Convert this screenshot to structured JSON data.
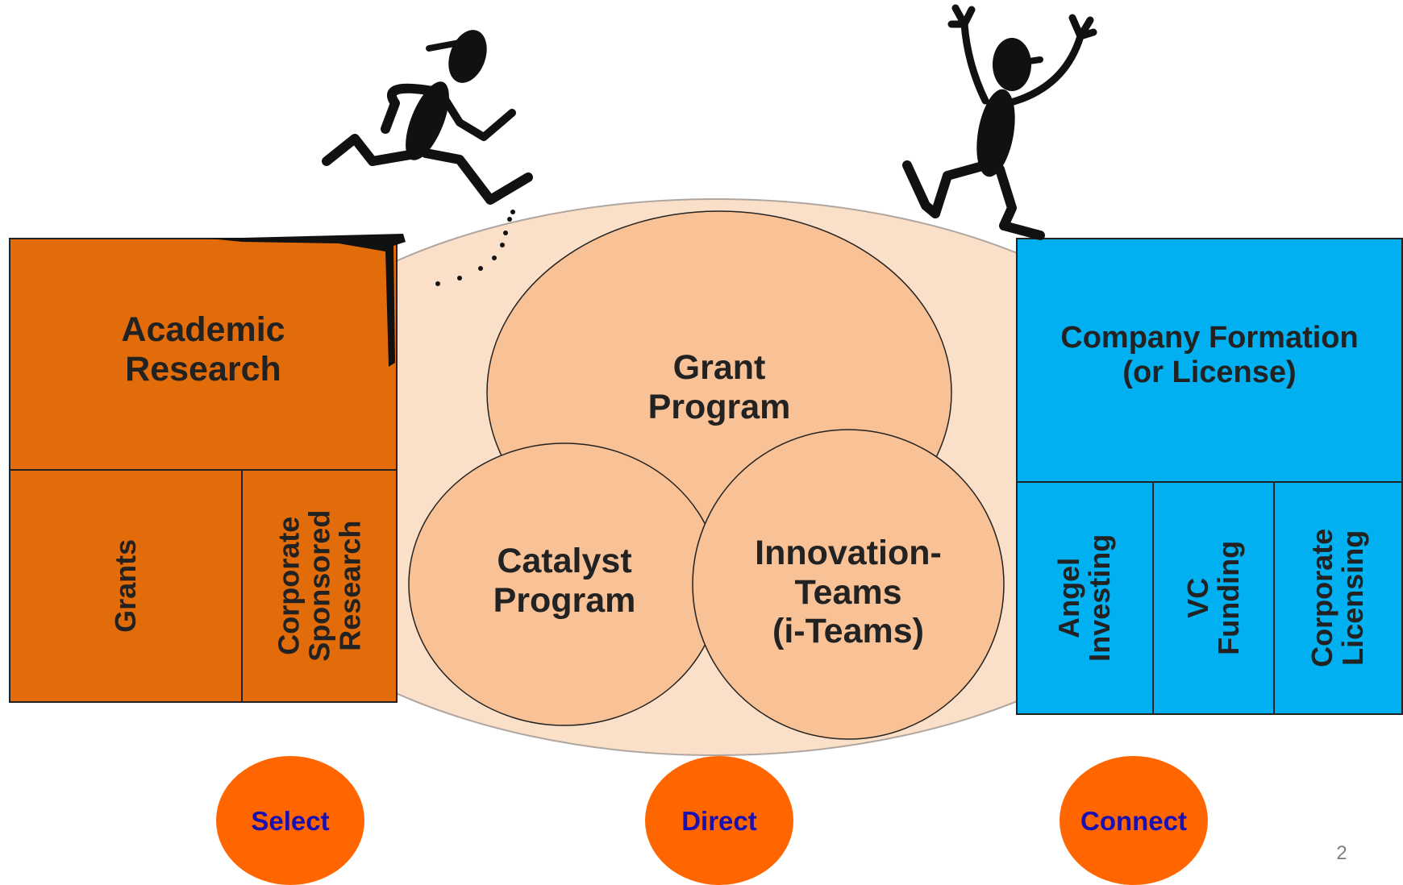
{
  "colors": {
    "academic_fill": "#e36c0a",
    "company_fill": "#00b0f0",
    "bridge_fill": "#fbe0c9",
    "program_fill": "#f8c196",
    "step_circle_fill": "#ff6600",
    "step_text": "#1a0fb0"
  },
  "academic": {
    "title": "Academic\nResearch",
    "sub_grants": "Grants",
    "sub_corporate": "Corporate\nSponsored\nResearch"
  },
  "programs": {
    "grant": "Grant\nProgram",
    "catalyst": "Catalyst\nProgram",
    "iteams": "Innovation-\nTeams\n(i-Teams)"
  },
  "company": {
    "title": "Company Formation\n(or License)",
    "angel": "Angel\nInvesting",
    "vc": "VC Funding",
    "licensing": "Corporate\nLicensing"
  },
  "steps": {
    "select": "Select",
    "direct": "Direct",
    "connect": "Connect"
  },
  "slide_number": "2",
  "icons": {
    "runner": "running-stick-figure-icon",
    "jumper": "jumping-stick-figure-icon"
  }
}
